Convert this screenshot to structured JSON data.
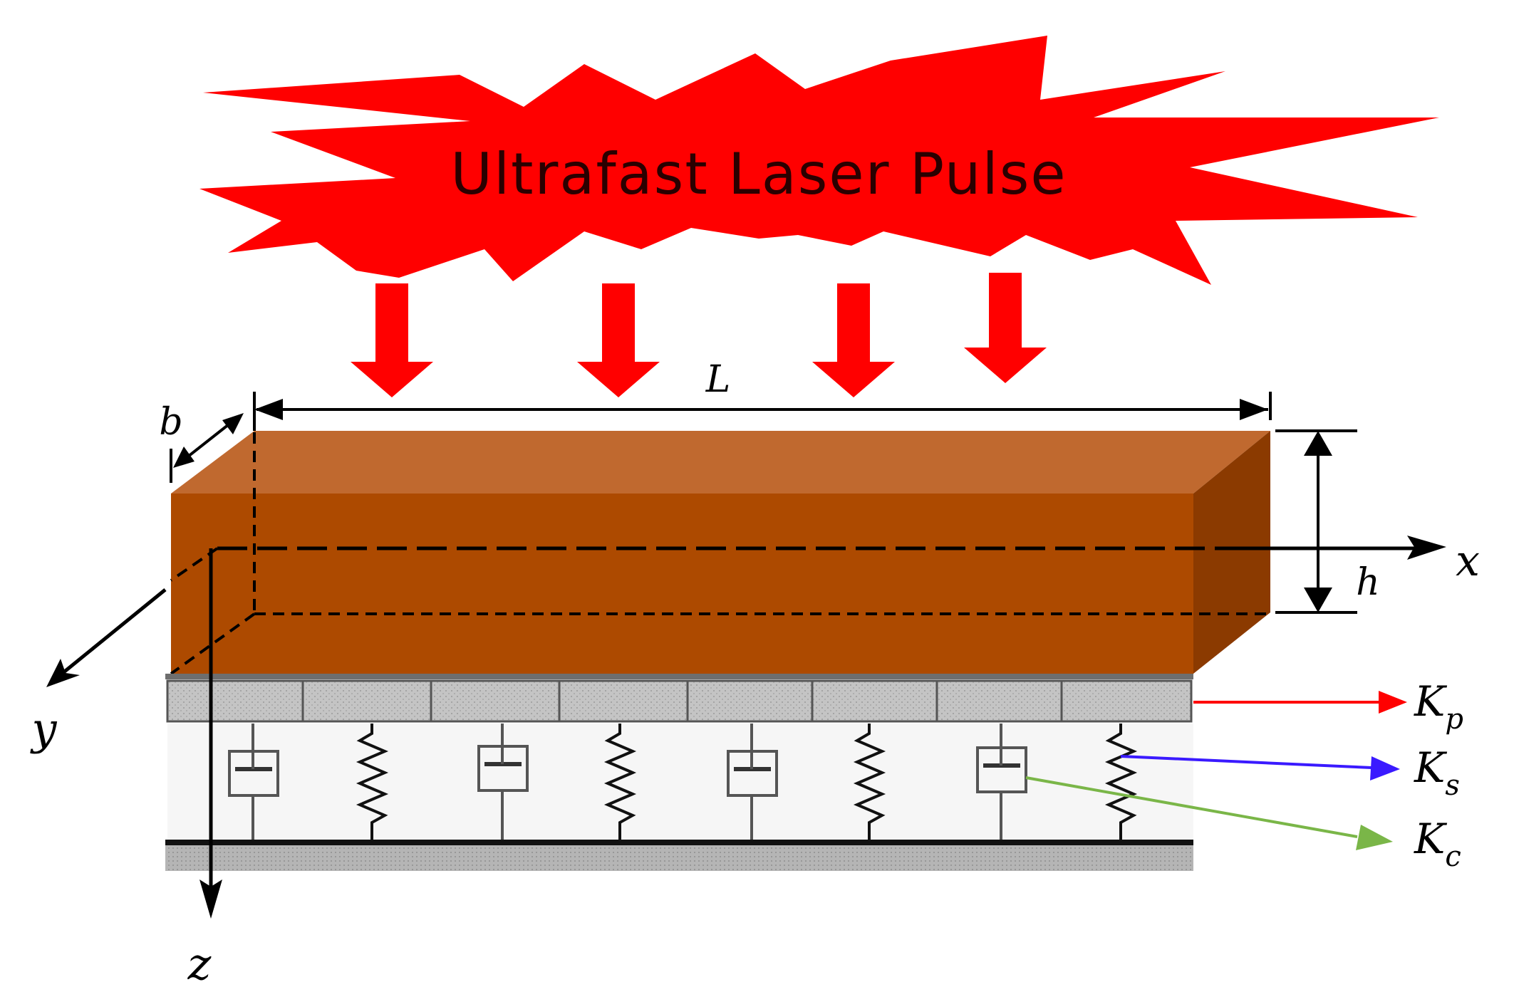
{
  "title": "Ultrafast Laser Pulse",
  "labels": {
    "length": "L",
    "width": "b",
    "height": "h",
    "axis_x": "x",
    "axis_y": "y",
    "axis_z": "z"
  },
  "foundation": {
    "pasternak": {
      "symbol": "K",
      "subscript": "p"
    },
    "spring": {
      "symbol": "K",
      "subscript": "s"
    },
    "damper": {
      "symbol": "K",
      "subscript": "c"
    }
  },
  "colors": {
    "burst": "#ff0000",
    "beam_front": "#ad4a00",
    "beam_top": "#c0692f",
    "beam_side": "#8b3a00",
    "pasternak_arrow": "#ff0000",
    "spring_arrow": "#3a1aff",
    "damper_arrow": "#7ab648",
    "shear_layer": "#bdbdbd",
    "support": "#9e9e9e"
  }
}
